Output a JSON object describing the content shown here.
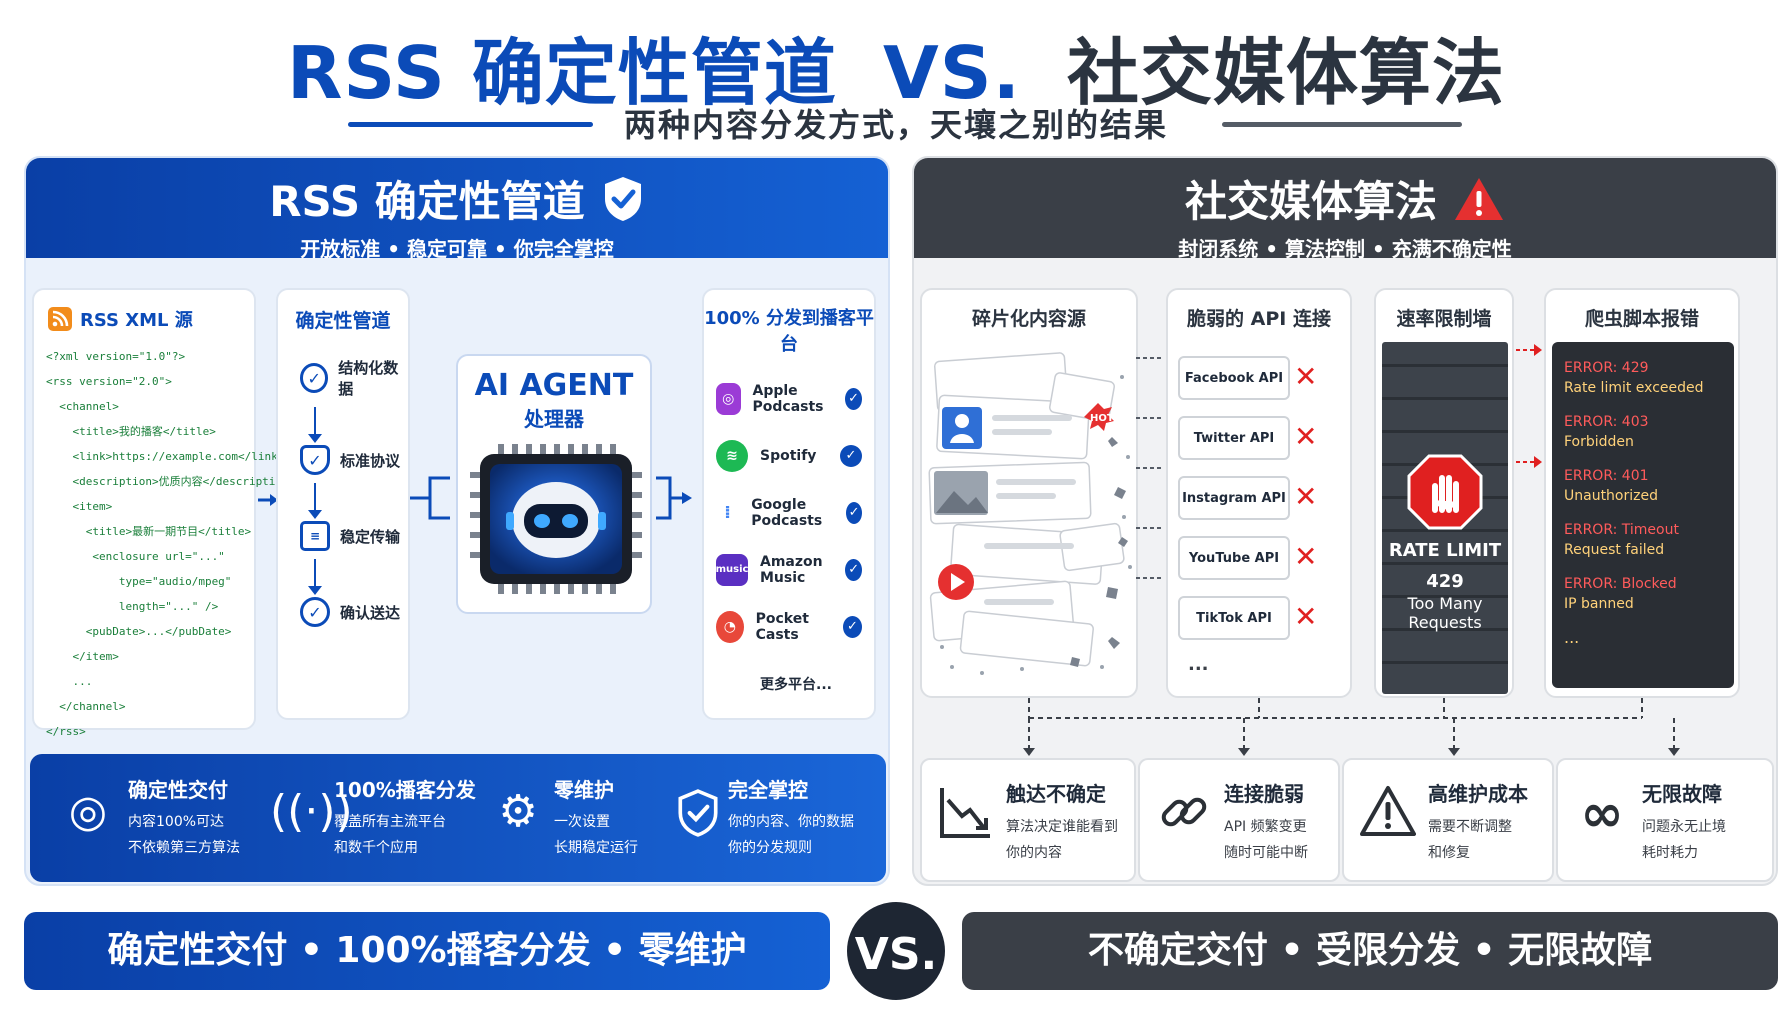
{
  "header": {
    "title_left": "RSS 确定性管道",
    "title_vs": "VS.",
    "title_right": "社交媒体算法",
    "subtitle": "两种内容分发方式，天壤之别的结果"
  },
  "left_panel": {
    "title": "RSS 确定性管道",
    "tagline": "开放标准 • 稳定可靠 • 你完全掌控",
    "rss_source": {
      "title": "RSS XML 源",
      "lines": [
        "<?xml version=\"1.0\"?>",
        "<rss version=\"2.0\">",
        "  <channel>",
        "    <title>我的播客</title>",
        "    <link>https://example.com</link>",
        "    <description>优质内容</description>",
        "    <item>",
        "      <title>最新一期节目</title>",
        "       <enclosure url=\"...\"",
        "           type=\"audio/mpeg\"",
        "           length=\"...\" />",
        "      <pubDate>...</pubDate>",
        "    </item>",
        "    ...",
        "  </channel>",
        "</rss>"
      ]
    },
    "pipeline": {
      "title": "确定性管道",
      "steps": [
        "结构化数据",
        "标准协议",
        "稳定传输",
        "确认送达"
      ]
    },
    "agent": {
      "title": "AI AGENT",
      "subtitle": "处理器"
    },
    "platforms": {
      "title": "100% 分发到播客平台",
      "items": [
        "Apple Podcasts",
        "Spotify",
        "Google Podcasts",
        "Amazon Music",
        "Pocket Casts"
      ],
      "more": "更多平台...",
      "amazon_icon_text": "music",
      "colors": [
        "#9b3bd6",
        "#1db954",
        "#4285f4",
        "#5a2fc2",
        "#e8483a"
      ]
    },
    "benefits": [
      {
        "title": "确定性交付",
        "desc1": "内容100%可达",
        "desc2": "不依赖第三方算法"
      },
      {
        "title": "100%播客分发",
        "desc1": "覆盖所有主流平台",
        "desc2": "和数千个应用"
      },
      {
        "title": "零维护",
        "desc1": "一次设置",
        "desc2": "长期稳定运行"
      },
      {
        "title": "完全掌控",
        "desc1": "你的内容、你的数据",
        "desc2": "你的分发规则"
      }
    ]
  },
  "right_panel": {
    "title": "社交媒体算法",
    "tagline": "封闭系统 • 算法控制 • 充满不确定性",
    "fragmented": {
      "title": "碎片化内容源",
      "hot": "HOT"
    },
    "apis": {
      "title": "脆弱的 API 连接",
      "items": [
        "Facebook API",
        "Twitter API",
        "Instagram API",
        "YouTube API",
        "TikTok API"
      ],
      "more": "..."
    },
    "rate_limit": {
      "title": "速率限制墙",
      "label": "RATE LIMIT",
      "code": "429",
      "desc1": "Too Many",
      "desc2": "Requests"
    },
    "crawler": {
      "title": "爬虫脚本报错",
      "errors": [
        {
          "code": "ERROR: 429",
          "msg": "Rate limit exceeded"
        },
        {
          "code": "ERROR: 403",
          "msg": "Forbidden"
        },
        {
          "code": "ERROR: 401",
          "msg": "Unauthorized"
        },
        {
          "code": "ERROR: Timeout",
          "msg": "Request failed"
        },
        {
          "code": "ERROR: Blocked",
          "msg": "IP banned"
        }
      ],
      "more": "..."
    },
    "problems": [
      {
        "title": "触达不确定",
        "desc1": "算法决定谁能看到",
        "desc2": "你的内容"
      },
      {
        "title": "连接脆弱",
        "desc1": "API 频繁变更",
        "desc2": "随时可能中断"
      },
      {
        "title": "高维护成本",
        "desc1": "需要不断调整",
        "desc2": "和修复"
      },
      {
        "title": "无限故障",
        "desc1": "问题永无止境",
        "desc2": "耗时耗力"
      }
    ]
  },
  "footer": {
    "left": "确定性交付 • 100%播客分发 • 零维护",
    "vs": "VS.",
    "right": "不确定交付 • 受限分发 • 无限故障"
  },
  "colors": {
    "primary_blue": "#0b4bb8",
    "dark": "#3a3f47",
    "error_red": "#e02020"
  }
}
